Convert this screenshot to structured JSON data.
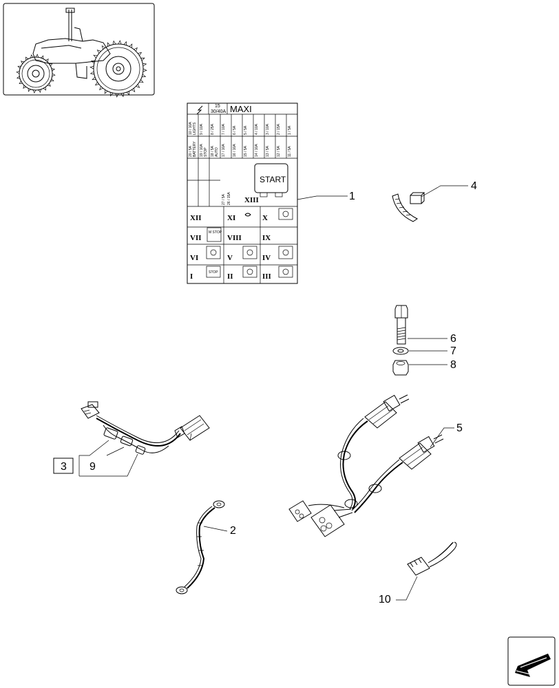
{
  "fuse_box": {
    "header_fuse": "15",
    "header_amp": "30/40A",
    "header_maxi": "MAXI",
    "start_label": "START",
    "relay_roman": [
      "XIII",
      "XII",
      "XI",
      "X",
      "VII",
      "VIII",
      "IX",
      "VI",
      "V",
      "IV",
      "I",
      "II",
      "III"
    ],
    "relay_texts": [
      "M STOP",
      "STOP"
    ],
    "fuse_row1": [
      "10 / 10A",
      "9 / 10A",
      "8 / 25A",
      "7 / 10A",
      "6 / 5A",
      "5 / 5A",
      "4 / 10A",
      "3 / 10A",
      "2 / 15A",
      "1 / 5A"
    ],
    "fuse_row2": [
      "20 / 5A",
      "19 / 10A",
      "18 / 5A",
      "17 / 10A",
      "16 / 10A",
      "15 / 5A",
      "14 / 10A",
      "13 / 5A",
      "12 / 5A",
      "11 / 5A"
    ],
    "fuse_row2_tags": [
      "BATTERY",
      "STOP",
      "AUTO"
    ],
    "fuse_row1_tags": [
      "LIGHTS"
    ],
    "fuse_row3": [
      "27 / 5A",
      "26 / 15A"
    ]
  },
  "callouts": [
    "1",
    "2",
    "3",
    "4",
    "5",
    "6",
    "7",
    "8",
    "9",
    "10"
  ],
  "icons": [
    "tractor-thumbnail-icon",
    "nav-arrow-icon"
  ]
}
